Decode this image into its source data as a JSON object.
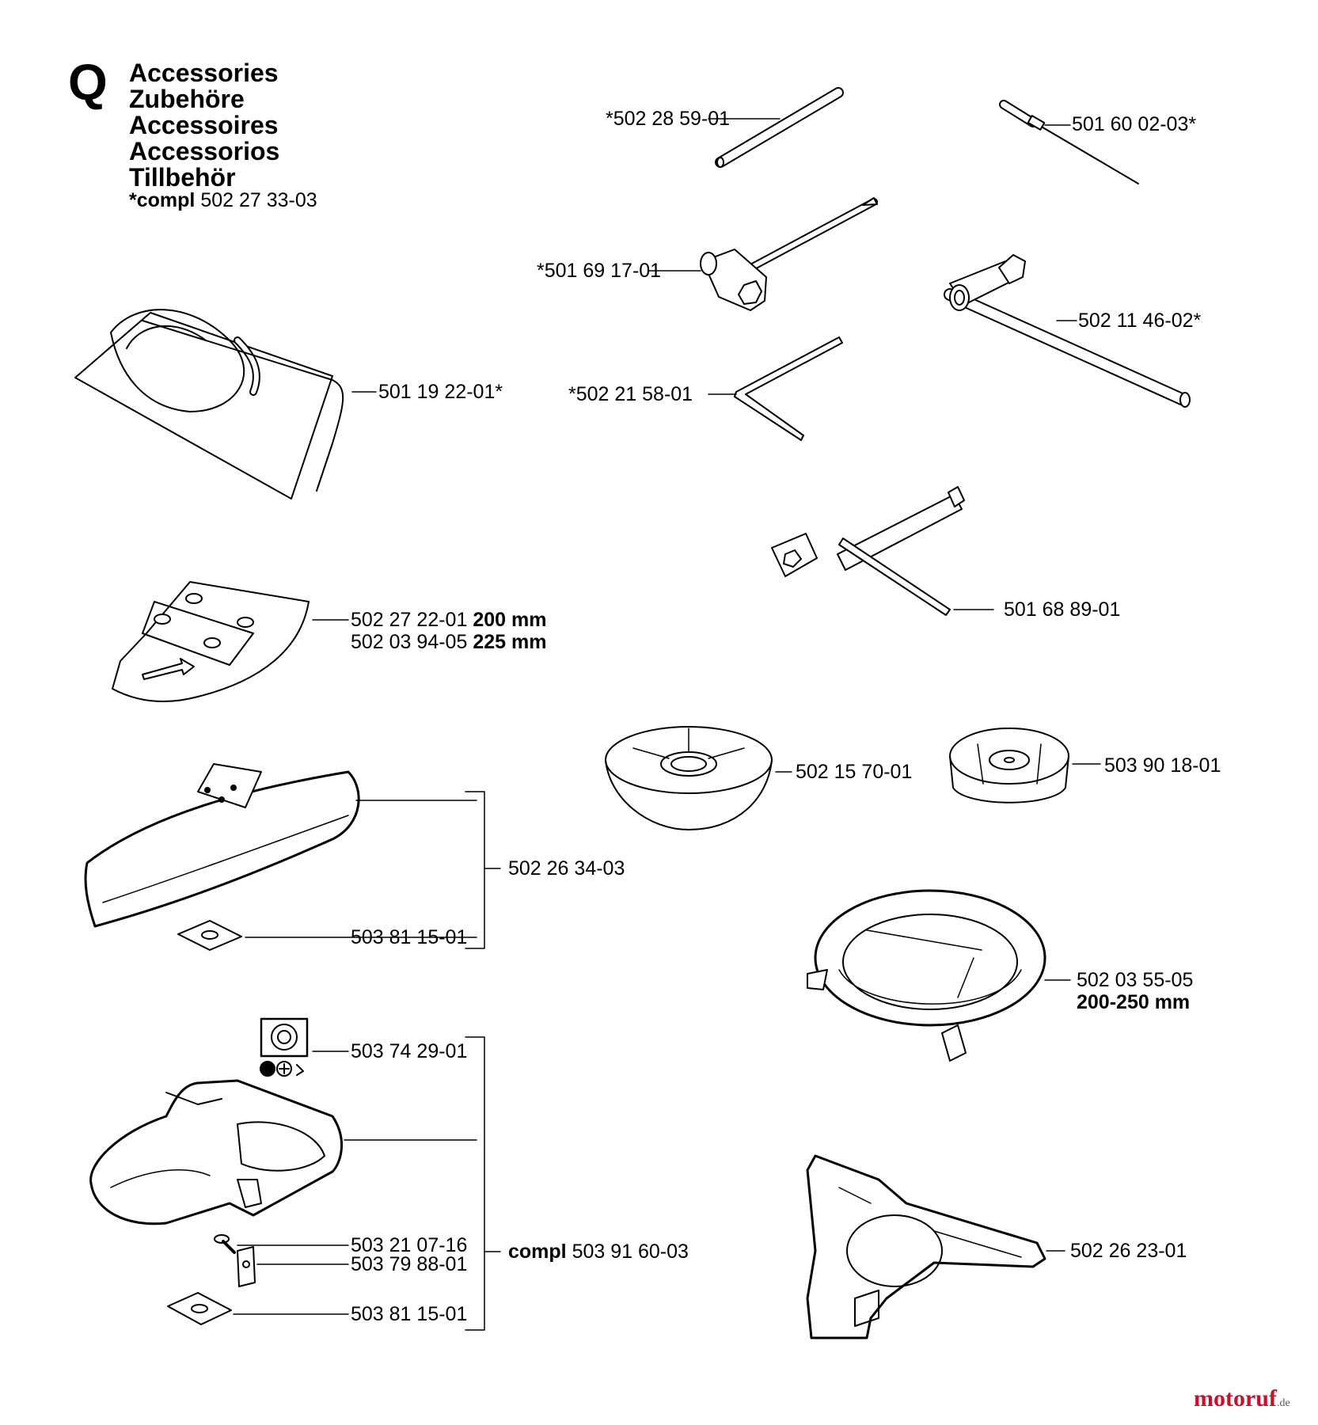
{
  "header": {
    "letter": "Q",
    "titles": [
      "Accessories",
      "Zubehöre",
      "Accessoires",
      "Accessorios",
      "Tillbehör"
    ],
    "compl_prefix": "*compl",
    "compl_number": "502 27 33-03"
  },
  "parts": {
    "rod": "*502 28 59-01",
    "screwdriver": "501 60 02-03*",
    "socket_wrench": "*501 69 17-01",
    "t_wrench_long": "502 11 46-02*",
    "hex_key": "*502 21 58-01",
    "harness": "501 19 22-01*",
    "t_wrench_small": "501 68 89-01",
    "guard_small_200": "502 27 22-01",
    "guard_small_200_size": "200 mm",
    "guard_small_225": "502 03 94-05",
    "guard_small_225_size": "225 mm",
    "support_cup_1": "502 15 70-01",
    "support_cup_2": "503 90 18-01",
    "blade_guard_group": "502 26 34-03",
    "blade_guard_plate": "503 81 15-01",
    "guard_ring": "502 03 55-05",
    "guard_ring_size": "200-250 mm",
    "trimmer_head": "503 74 29-01",
    "trimmer_screw": "503 21 07-16",
    "trimmer_clip": "503 79 88-01",
    "trimmer_plate": "503 81 15-01",
    "trimmer_compl_prefix": "compl",
    "trimmer_compl_number": "503 91 60-03",
    "spider_guard": "502 26 23-01"
  },
  "watermark": {
    "text": "motoruf",
    "suffix": ".de"
  }
}
